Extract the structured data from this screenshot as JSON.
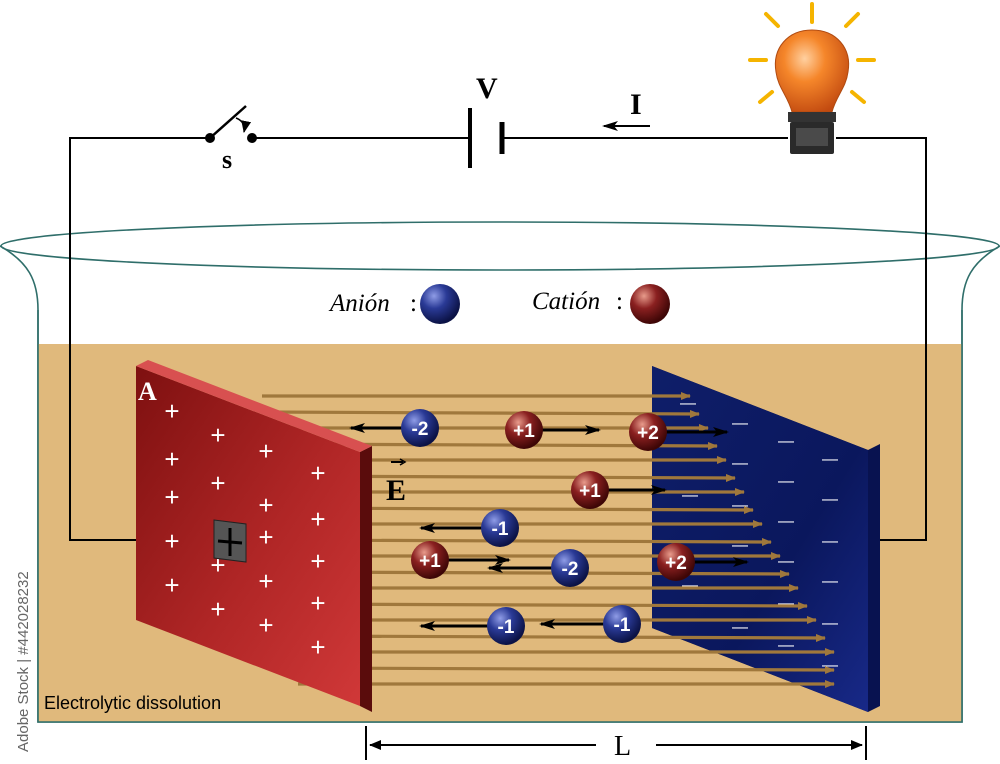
{
  "labels": {
    "voltage": "V",
    "current": "I",
    "switch": "s",
    "anion_legend": "Anión",
    "cation_legend": "Catión",
    "colon": ":",
    "anode": "A",
    "field": "E",
    "solution": "Electrolytic dissolution",
    "length": "L",
    "watermark": "Adobe Stock | #442028232"
  },
  "colors": {
    "solution": "#e0b97c",
    "anode": "#a01d1d",
    "cathode": "#0d1c72",
    "anion": "#1a2770",
    "cation": "#6e1616",
    "field_line": "#a0783c",
    "bulb": "#f07a20",
    "bulb_rays": "#f5b400"
  },
  "icons": [
    "switch-icon",
    "battery-icon",
    "light-bulb-icon",
    "plus-terminal-icon"
  ],
  "anode_signs": "+",
  "cathode_signs": "—",
  "ions": [
    {
      "charge": "-2",
      "kind": "anion"
    },
    {
      "charge": "+1",
      "kind": "cation"
    },
    {
      "charge": "+2",
      "kind": "cation"
    },
    {
      "charge": "+1",
      "kind": "cation"
    },
    {
      "charge": "-1",
      "kind": "anion"
    },
    {
      "charge": "+1",
      "kind": "cation"
    },
    {
      "charge": "-2",
      "kind": "anion"
    },
    {
      "charge": "+2",
      "kind": "cation"
    },
    {
      "charge": "-1",
      "kind": "anion"
    },
    {
      "charge": "-1",
      "kind": "anion"
    }
  ]
}
